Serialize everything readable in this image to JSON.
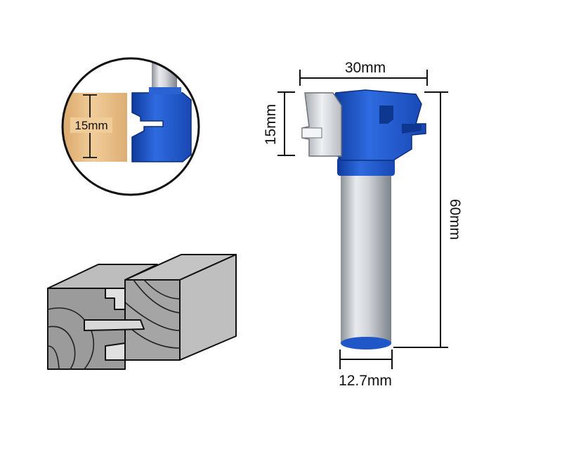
{
  "dimensions": {
    "overall_width": "30mm",
    "cutting_height": "15mm",
    "total_length": "60mm",
    "shank_diameter": "12.7mm"
  },
  "inset": {
    "groove_label": "15mm"
  },
  "colors": {
    "body_blue": "#1f57c8",
    "body_blue_dark": "#123b95",
    "shank_steel": "#c9cdd3",
    "carbide": "#d9dcdf",
    "wood": "#e7bd86",
    "wood_block": "#9a9a9a",
    "line": "#111111"
  }
}
